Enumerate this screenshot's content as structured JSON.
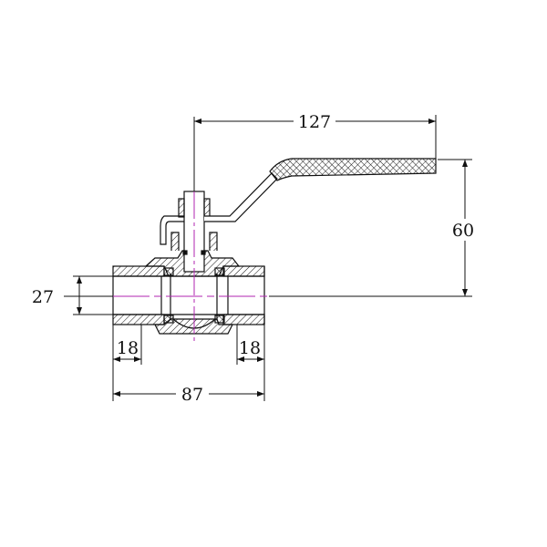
{
  "title": "Ball valve dimension drawing",
  "dimensions": {
    "handle_length": "127",
    "height": "60",
    "bore_diameter": "27",
    "thread_left": "18",
    "thread_right": "18",
    "body_length": "87"
  },
  "colors": {
    "line": "#111111",
    "centerline": "#b026b0",
    "background": "#ffffff"
  }
}
